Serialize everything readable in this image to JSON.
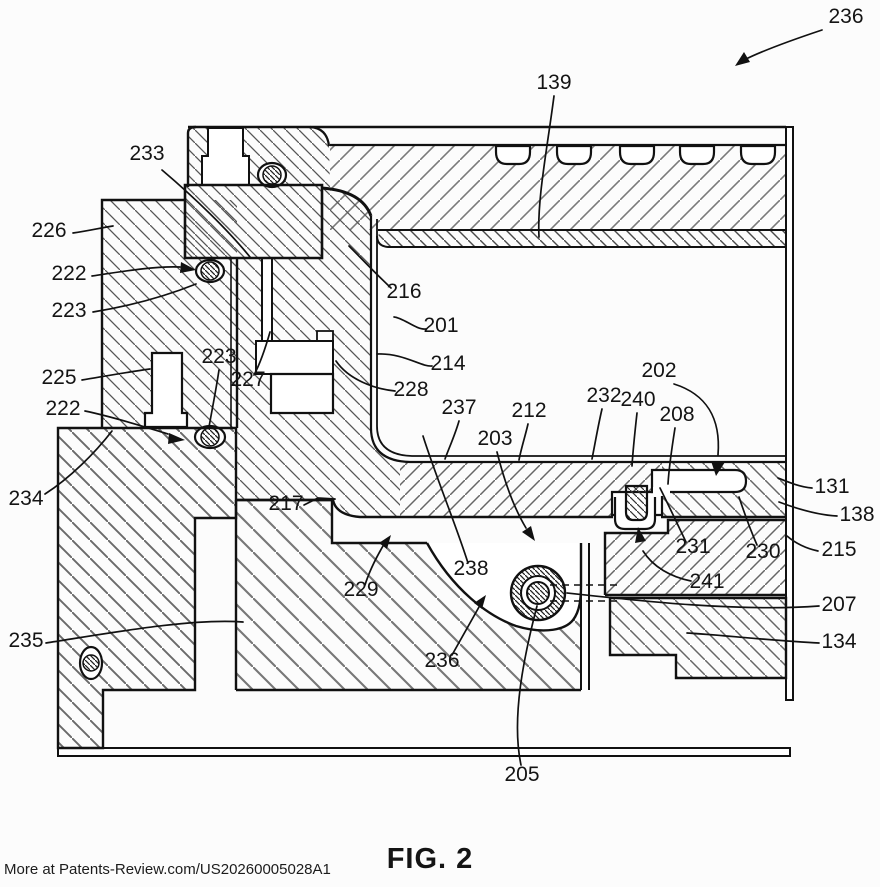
{
  "figure": {
    "caption": "FIG. 2",
    "watermark": "More at Patents-Review.com/US20260005028A1",
    "type": "patent-cross-section-drawing",
    "ink_color": "#111111",
    "background_color": "#fcfcfc"
  },
  "ref_labels": {
    "r236_top": "236",
    "r139": "139",
    "r233": "233",
    "r226": "226",
    "r222_up": "222",
    "r223_up": "223",
    "r216": "216",
    "r201": "201",
    "r214": "214",
    "r225": "225",
    "r223_lo": "223",
    "r227": "227",
    "r228": "228",
    "r237": "237",
    "r212": "212",
    "r232": "232",
    "r240": "240",
    "r202": "202",
    "r208": "208",
    "r222_lo": "222",
    "r203": "203",
    "r131": "131",
    "r138": "138",
    "r234": "234",
    "r217": "217",
    "r215": "215",
    "r231": "231",
    "r230": "230",
    "r229": "229",
    "r238": "238",
    "r241": "241",
    "r207": "207",
    "r236_bot": "236",
    "r134": "134",
    "r235": "235",
    "r205": "205"
  }
}
